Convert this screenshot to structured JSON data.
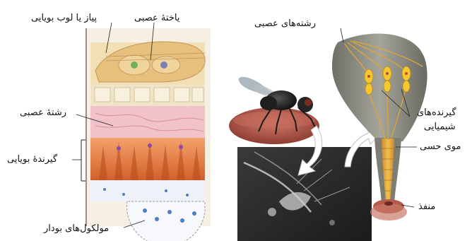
{
  "labels": {
    "olfactory_bulb": "پیاز یا لوب بویایی",
    "nerve_cell": "یاختهٔ عصبی",
    "nerve_fiber_left": "رشتهٔ عصبی",
    "olfactory_receptor": "گیرندهٔ بویایی",
    "odor_molecules": "مولکول‌های بودار",
    "nerve_fibers_right": "رشته‌های عصبی",
    "chemoreceptors_line1": "گیرنده‌های",
    "chemoreceptors_line2": "شیمیایی",
    "sensory_hair": "موی حسی",
    "pore": "منفذ"
  },
  "colors": {
    "tissue_orange": "#e07a3c",
    "tissue_pink": "#f0c0c8",
    "bulb_tan": "#e9c98f",
    "hair_gray": "#8a8a80",
    "receptor_yellow": "#f2c531",
    "fly_body": "#2a2a2a",
    "leaf_red": "#b3584a",
    "micrograph_dark": "#2b2b2b"
  }
}
